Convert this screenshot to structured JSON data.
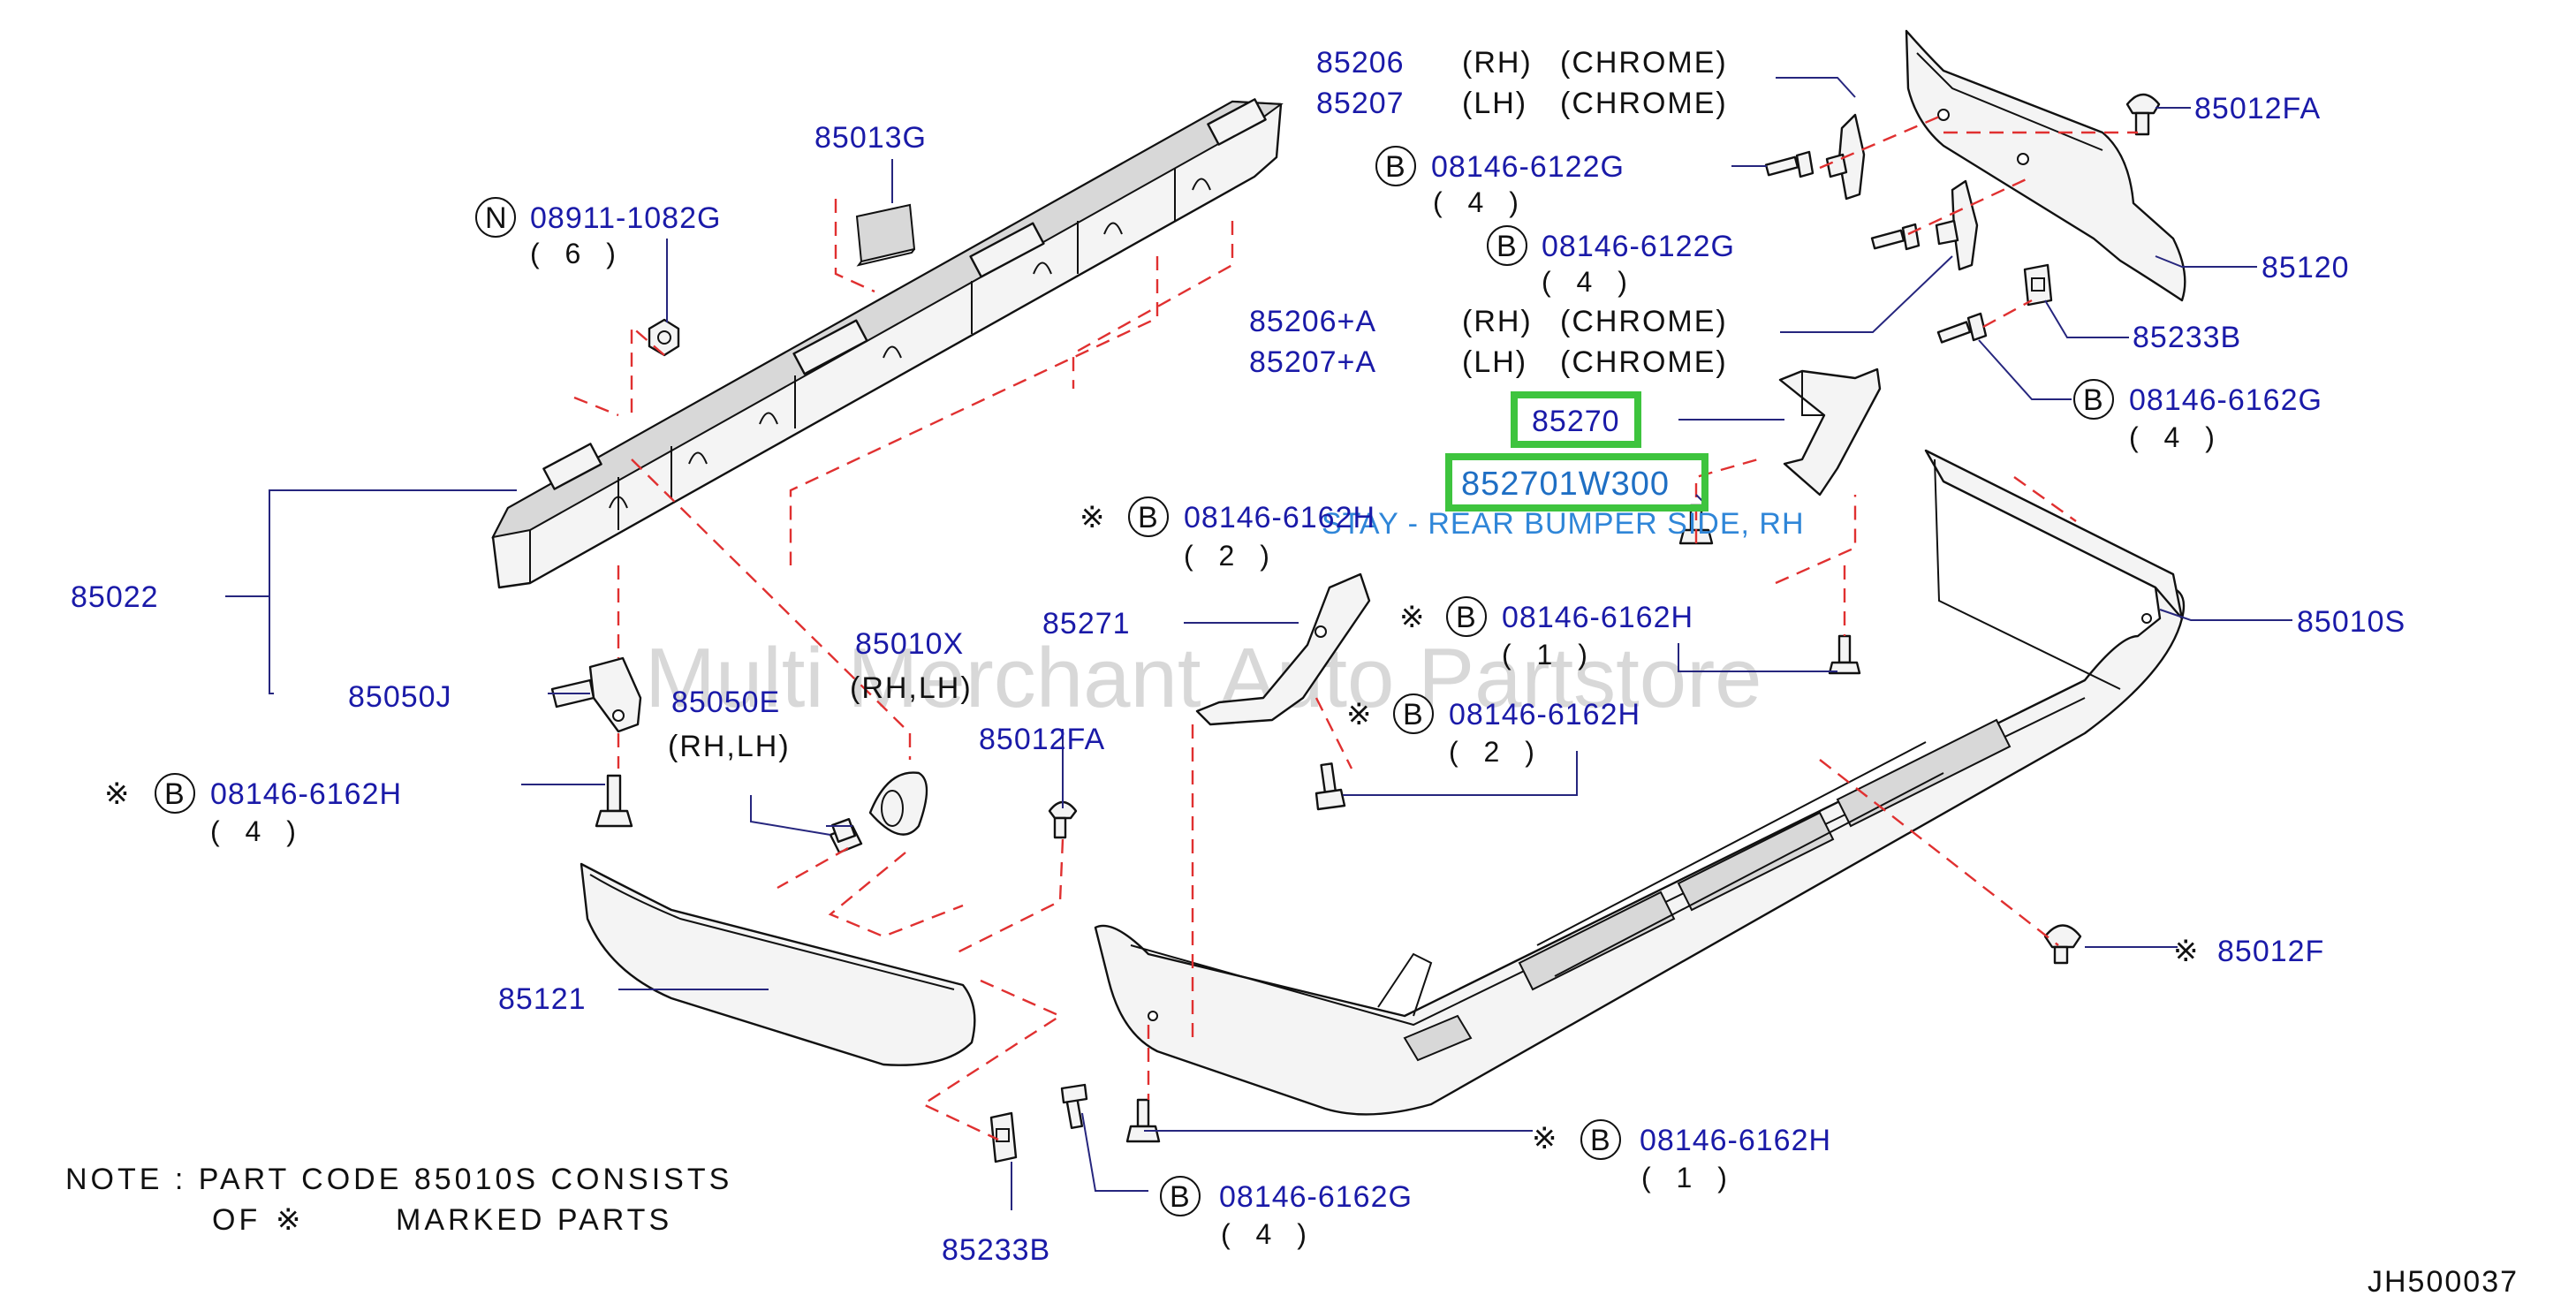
{
  "diagram": {
    "diagram_id": "JH500037",
    "watermark": "Multi Merchant Auto Partstore",
    "note": {
      "line1": "NOTE  :  PART  CODE  85010S  CONSISTS",
      "line2_prefix": "OF",
      "line2_suffix": "MARKED   PARTS"
    },
    "highlight": {
      "part": "85270",
      "code": "852701W300",
      "description": "STAY - REAR BUMPER SIDE, RH"
    },
    "callouts": {
      "p85206": "85206",
      "p85206_side": "(RH)",
      "p85206_finish": "(CHROME)",
      "p85207": "85207",
      "p85207_side": "(LH)",
      "p85207_finish": "(CHROME)",
      "p85206a": "85206+A",
      "p85206a_side": "(RH)",
      "p85206a_finish": "(CHROME)",
      "p85207a": "85207+A",
      "p85207a_side": "(LH)",
      "p85207a_finish": "(CHROME)",
      "p85013g": "85013G",
      "n_letter": "N",
      "p08911": "08911-1082G",
      "q6": "( 6 )",
      "p85022": "85022",
      "p85050j": "85050J",
      "p85050e": "85050E",
      "p85050e_side": "(RH,LH)",
      "p85010x": "85010X",
      "p85010x_side": "(RH,LH)",
      "p85012fa_a": "85012FA",
      "p85012fa_b": "85012FA",
      "p85271": "85271",
      "p85121": "85121",
      "p85120": "85120",
      "p85233b_a": "85233B",
      "p85233b_b": "85233B",
      "p85010s": "85010S",
      "p85012f": "85012F",
      "b_letter": "B",
      "b1": "08146-6122G",
      "b1q": "( 4 )",
      "b2": "08146-6122G",
      "b2q": "( 4 )",
      "b3": "08146-6162G",
      "b3q": "( 4 )",
      "b4": "08146-6162H",
      "b4q": "( 2 )",
      "b5": "08146-6162H",
      "b5q": "( 1 )",
      "b6": "08146-6162H",
      "b6q": "( 2 )",
      "b7": "08146-6162H",
      "b7q": "( 4 )",
      "b8": "08146-6162H",
      "b8q": "( 1 )",
      "b9": "08146-6162G",
      "b9q": "( 4 )",
      "star": "※"
    }
  }
}
